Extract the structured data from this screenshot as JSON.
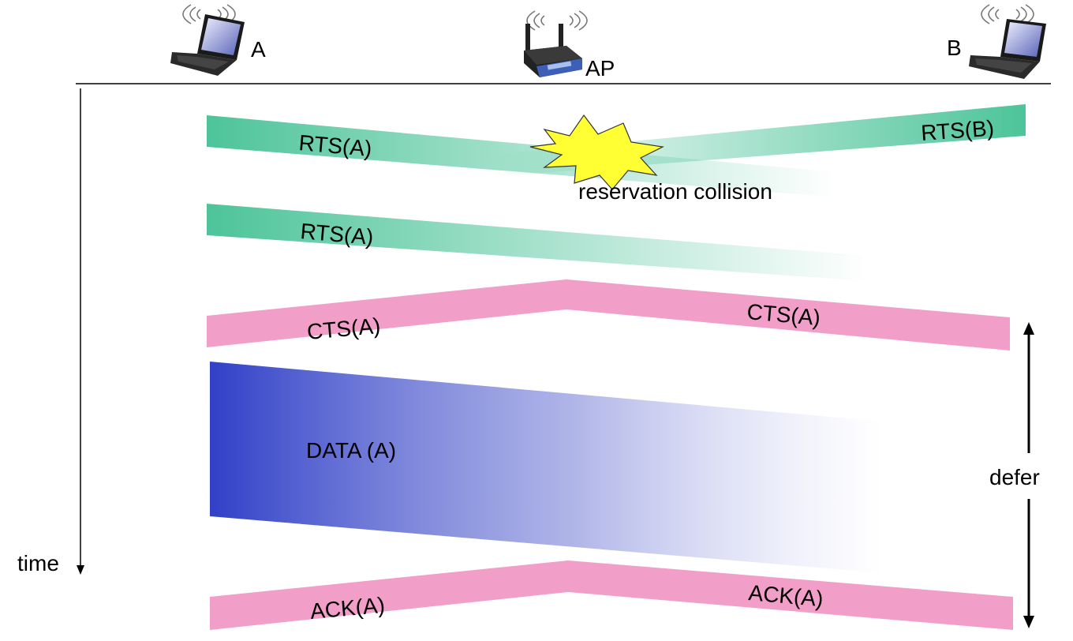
{
  "nodes": {
    "a_label": "A",
    "ap_label": "AP",
    "b_label": "B"
  },
  "axis": {
    "time_label": "time"
  },
  "frames": {
    "rts_a_1": "RTS(A)",
    "rts_b": "RTS(B)",
    "collision_label": "reservation collision",
    "rts_a_2": "RTS(A)",
    "cts_left": "CTS(A)",
    "cts_right": "CTS(A)",
    "data": "DATA (A)",
    "ack_left": "ACK(A)",
    "ack_right": "ACK(A)"
  },
  "defer_label": "defer",
  "colors": {
    "rts_green": "#4dc49a",
    "cts_pink": "#f19ec8",
    "data_blue": "#3040c8",
    "collision_yellow": "#ffff33"
  },
  "icons": {
    "station_a": "laptop-icon",
    "access_point": "wireless-router-icon",
    "station_b": "laptop-icon",
    "collision": "explosion-icon"
  }
}
